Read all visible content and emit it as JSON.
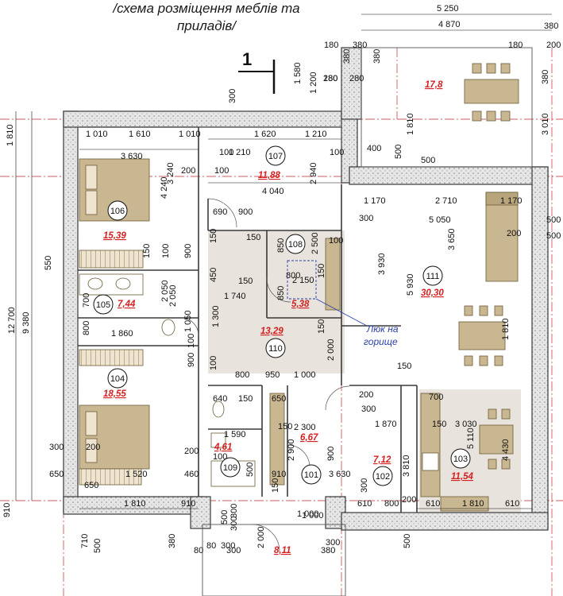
{
  "header": {
    "line1": "/схема розміщення меблів та",
    "line2": "приладів/"
  },
  "section_mark": "1",
  "note": {
    "line1": "Люк на",
    "line2": "горище"
  },
  "rooms": [
    {
      "number": "101",
      "area": "6,67"
    },
    {
      "number": "102",
      "area": "7,12"
    },
    {
      "number": "103",
      "area": "11,54"
    },
    {
      "number": "104",
      "area": "18,55"
    },
    {
      "number": "105",
      "area": "7,44"
    },
    {
      "number": "106",
      "area": "15,39"
    },
    {
      "number": "107",
      "area": "11,88"
    },
    {
      "number": "108",
      "area": "5,38"
    },
    {
      "number": "109",
      "area": "4,61"
    },
    {
      "number": "110",
      "area": "13,29"
    },
    {
      "number": "111",
      "area": "30,30"
    }
  ],
  "terrace_areas": [
    "17,8",
    "8,11"
  ],
  "dimensions": [
    "5 250",
    "4 870",
    "180",
    "380",
    "180",
    "380",
    "200",
    "380",
    "380",
    "380",
    "180",
    "280",
    "280",
    "1 580",
    "1 200",
    "3 010",
    "1 810",
    "500",
    "300",
    "1 010",
    "1 610",
    "1 010",
    "1 620",
    "1 210",
    "1 210",
    "3 630",
    "200",
    "3 240",
    "4 240",
    "1 810",
    "400",
    "500",
    "100",
    "100",
    "2 940",
    "4 040",
    "100",
    "1 170",
    "2 710",
    "1 170",
    "5 050",
    "690",
    "900",
    "150",
    "300",
    "500",
    "200",
    "500",
    "150",
    "850",
    "2 500",
    "100",
    "3 930",
    "5 930",
    "3 650",
    "550",
    "150",
    "900",
    "100",
    "2 050",
    "800",
    "2 150",
    "150",
    "150",
    "450",
    "1 740",
    "700",
    "800",
    "1 860",
    "2 050",
    "1 050",
    "1 300",
    "850",
    "12 700",
    "9 380",
    "100",
    "900",
    "2 000",
    "150",
    "1 810",
    "150",
    "100",
    "800",
    "950",
    "1 000",
    "640",
    "150",
    "650",
    "200",
    "300",
    "700",
    "1 590",
    "150",
    "2 300",
    "1 870",
    "150",
    "3 030",
    "5 110",
    "150",
    "2 900",
    "900",
    "3 810",
    "4 430",
    "100",
    "1 000",
    "300",
    "200",
    "200",
    "500",
    "910",
    "3 630",
    "300",
    "200",
    "650",
    "650",
    "1 520",
    "460",
    "910",
    "1 810",
    "910",
    "500",
    "300",
    "1 000",
    "610",
    "800",
    "610",
    "1 810",
    "610",
    "300",
    "500",
    "710",
    "380",
    "300",
    "2 000",
    "300",
    "500",
    "80",
    "300",
    "80",
    "380"
  ],
  "colors": {
    "wall": "#3a3a3a",
    "hatch": "#dcdcdc",
    "floor": "#e8e3dc",
    "furniture": "#c9b792",
    "axis": "#c42a2a",
    "area_text": "#d42020",
    "note_text": "#2a3fa8"
  }
}
